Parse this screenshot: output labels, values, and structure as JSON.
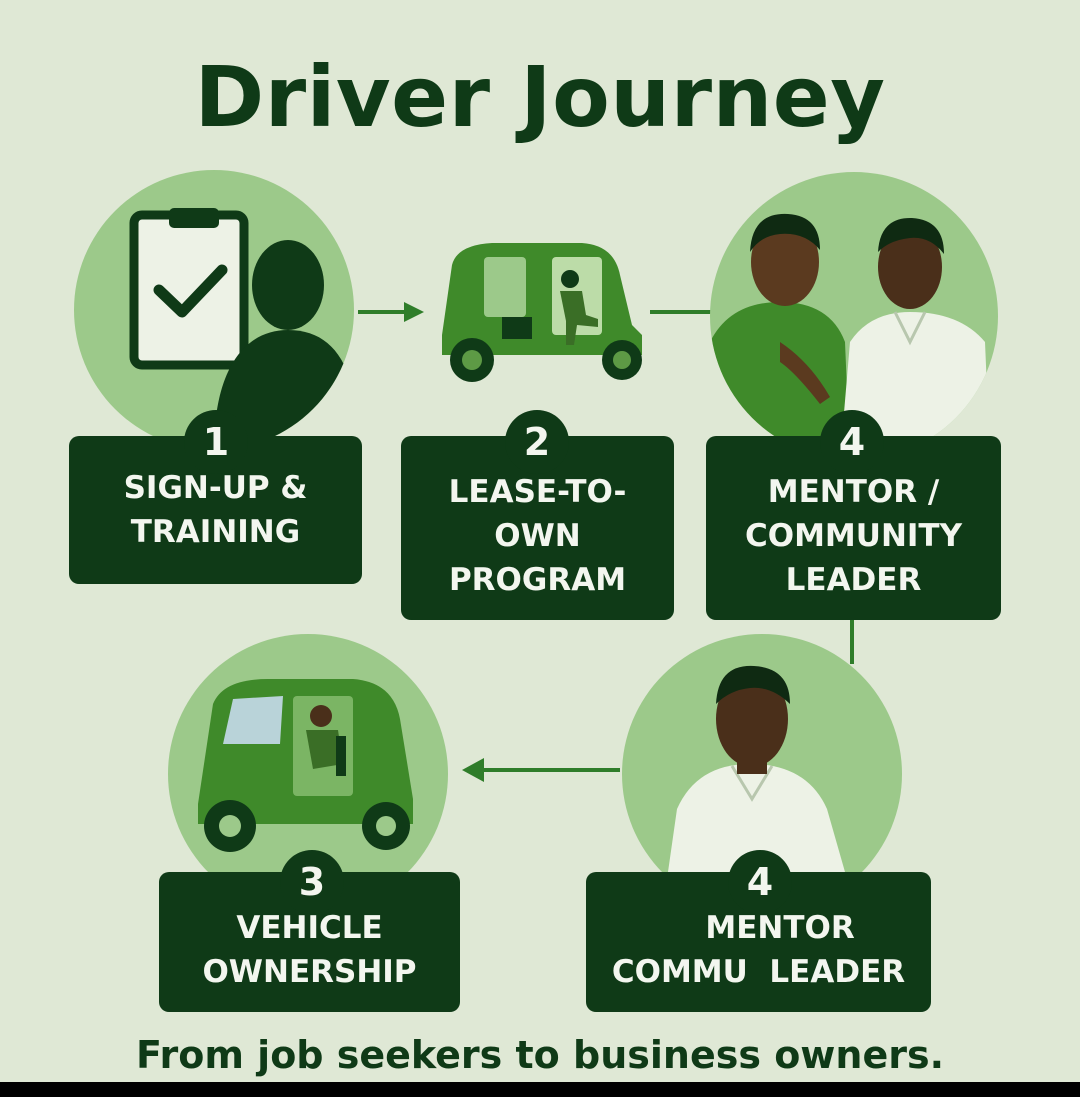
{
  "title": "Driver Journey",
  "steps": [
    {
      "number": "1",
      "lines": [
        "SIGN-UP &",
        "TRAINING"
      ],
      "illustration": "clipboard-checklist-icon"
    },
    {
      "number": "2",
      "lines": [
        "LEASE-TO-",
        "OWN",
        "PROGRAM"
      ],
      "illustration": "auto-rickshaw-driver"
    },
    {
      "number": "4",
      "lines": [
        "MENTOR /",
        "COMMUNITY",
        "LEADER"
      ],
      "illustration": "two-men-talking"
    },
    {
      "number": "3",
      "lines": [
        "VEHICLE",
        "OWNERSHIP"
      ],
      "illustration": "auto-rickshaw-driver"
    },
    {
      "number": "4",
      "lines": [
        "    MENTOR",
        "COMMU  LEADER"
      ],
      "illustration": "man-portrait"
    }
  ],
  "tagline": "From job seekers to business owners.",
  "colors": {
    "background": "#dfe8d5",
    "dark_green": "#0f3a17",
    "circle_green": "#9cc98a",
    "vehicle_green": "#3f8a2a"
  }
}
